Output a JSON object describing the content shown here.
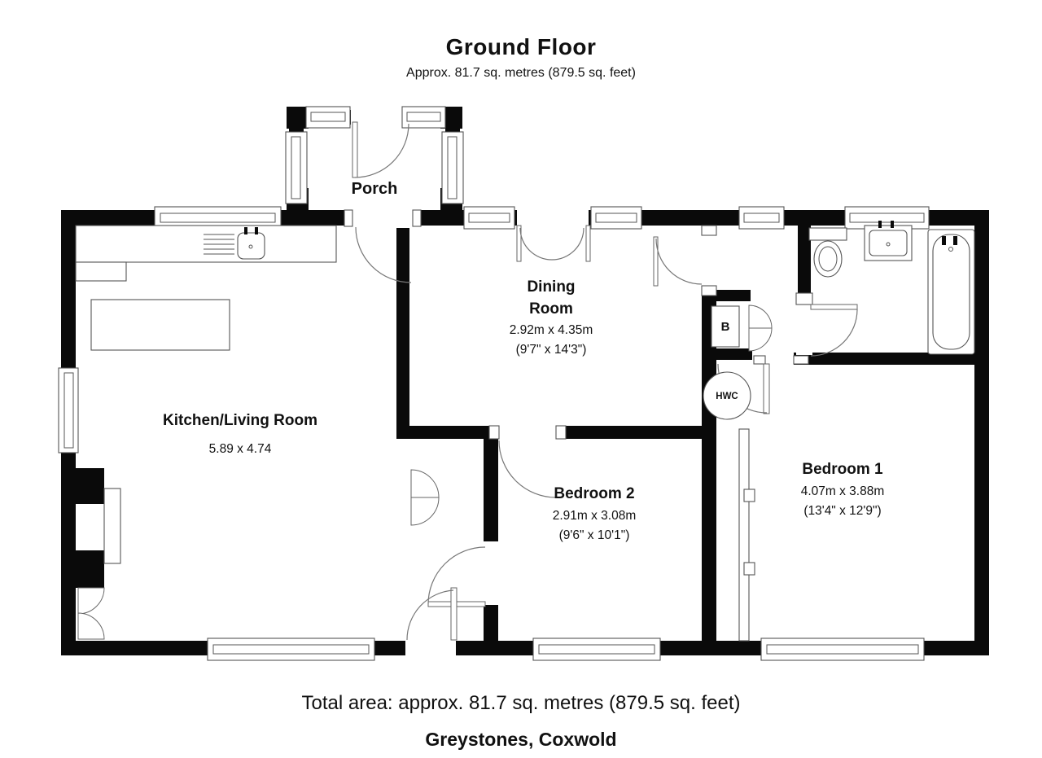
{
  "header": {
    "title": "Ground Floor",
    "subtitle": "Approx. 81.7 sq. metres (879.5 sq. feet)"
  },
  "footer": {
    "total_area": "Total area: approx. 81.7 sq. metres (879.5 sq. feet)",
    "property_name": "Greystones, Coxwold"
  },
  "rooms": {
    "porch": {
      "name": "Porch"
    },
    "kitchen_living": {
      "name": "Kitchen/Living Room",
      "dims_m": "5.89 x 4.74"
    },
    "dining": {
      "name_line1": "Dining",
      "name_line2": "Room",
      "dims_m": "2.92m x 4.35m",
      "dims_ft": "(9'7\" x 14'3\")"
    },
    "bedroom2": {
      "name": "Bedroom 2",
      "dims_m": "2.91m x 3.08m",
      "dims_ft": "(9'6\" x 10'1\")"
    },
    "bedroom1": {
      "name": "Bedroom 1",
      "dims_m": "4.07m x 3.88m",
      "dims_ft": "(13'4\" x 12'9\")"
    },
    "boiler": {
      "label": "B"
    },
    "hot_water_cylinder": {
      "label": "HWC"
    }
  },
  "colors": {
    "wall": "#0a0a0a",
    "line": "#555555",
    "text": "#111111"
  }
}
